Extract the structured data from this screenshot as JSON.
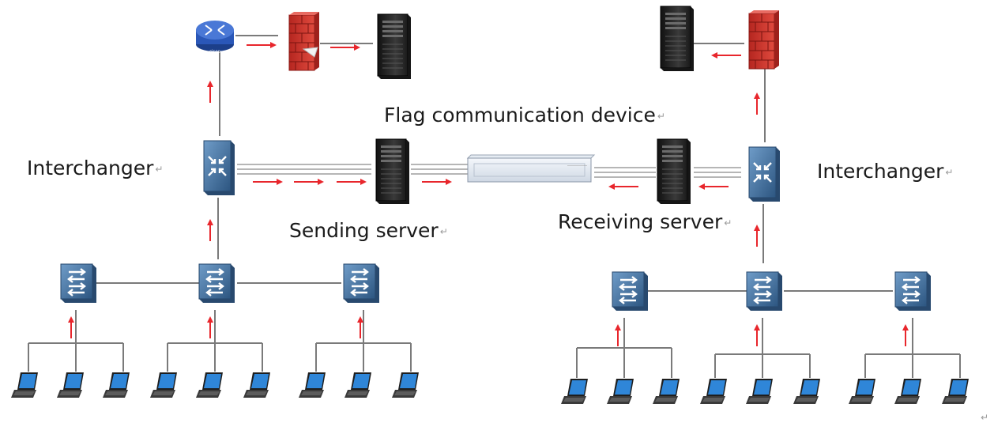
{
  "labels": {
    "flag_device": "Flag communication device",
    "interchanger_left": "Interchanger",
    "interchanger_right": "Interchanger",
    "sending_server": "Sending server",
    "receiving_server": "Receiving server",
    "paragraph_mark": "↵"
  },
  "device_text": {
    "router_badge": "cisco",
    "flag_device_brand": "—————"
  },
  "colors": {
    "line": "#7a7a7a",
    "arrow": "#e8262c",
    "switch_fill": "#3f6f9e",
    "firewall": "#c8302a",
    "server": "#2a2a2a",
    "laptop_screen": "#2f86d8"
  }
}
